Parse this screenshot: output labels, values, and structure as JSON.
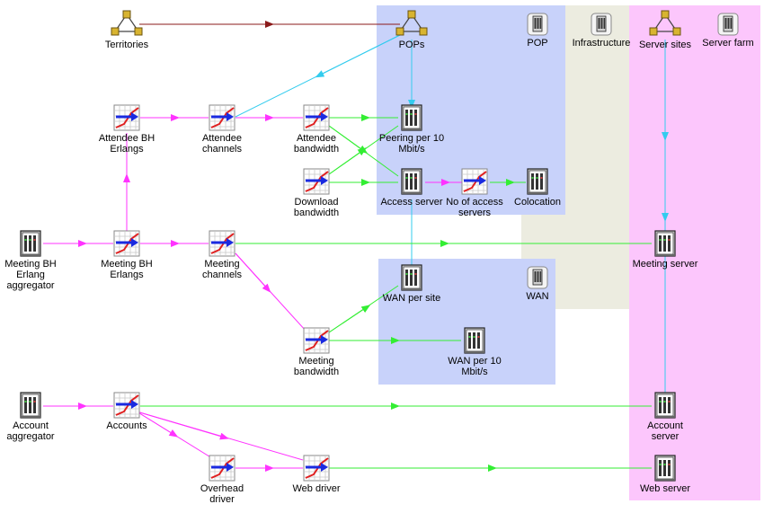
{
  "regions": {
    "pop": "POP",
    "infrastructure": "Infrastructure",
    "server_farm": "Server farm",
    "wan": "WAN"
  },
  "nodes": {
    "territories": "Territories",
    "pops": "POPs",
    "server_sites": "Server sites",
    "attendee_bh_erlangs": "Attendee BH Erlangs",
    "attendee_channels": "Attendee channels",
    "attendee_bandwidth": "Attendee bandwidth",
    "peering_per_10": "Peering per 10 Mbit/s",
    "download_bandwidth": "Download bandwidth",
    "access_server": "Access server",
    "no_of_access_servers": "No of access servers",
    "colocation": "Colocation",
    "meeting_bh_erlang_aggregator": "Meeting BH Erlang aggregator",
    "meeting_bh_erlangs": "Meeting BH Erlangs",
    "meeting_channels": "Meeting channels",
    "meeting_server": "Meeting server",
    "wan_per_site": "WAN per site",
    "meeting_bandwidth": "Meeting bandwidth",
    "wan_per_10": "WAN per 10 Mbit/s",
    "account_aggregator": "Account aggregator",
    "accounts": "Accounts",
    "account_server": "Account server",
    "overhead_driver": "Overhead driver",
    "web_driver": "Web driver",
    "web_server": "Web server"
  },
  "colors": {
    "pop_region": "#c8d2fa",
    "wan_region": "#c8d2fa",
    "infrastructure_region": "#ecece0",
    "server_farm_region": "#fcc6fc",
    "link_magenta": "#ff33ff",
    "link_green": "#33ee33",
    "link_cyan": "#33ccee",
    "link_darkred": "#8b1a1a"
  }
}
